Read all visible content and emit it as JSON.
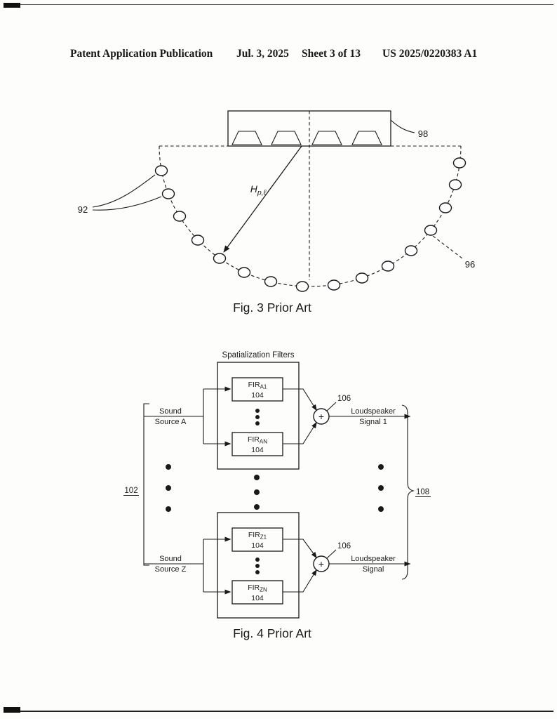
{
  "header": {
    "publication": "Patent Application Publication",
    "date": "Jul. 3, 2025",
    "sheet": "Sheet 3 of 13",
    "patent_number": "US 2025/0220383 A1"
  },
  "fig3": {
    "caption": "Fig. 3 Prior Art",
    "ref_listeners": "92",
    "ref_arc": "96",
    "ref_speaker_array": "98",
    "transfer_fn_base": "H",
    "transfer_fn_sub": "p,ℓ"
  },
  "fig4": {
    "caption": "Fig. 4 Prior Art",
    "filters_title": "Spatialization Filters",
    "ref_inputs": "102",
    "ref_outputs": "108",
    "groups": [
      {
        "source_line1": "Sound",
        "source_line2": "Source A",
        "fir_top_base": "FIR",
        "fir_top_sub": "A1",
        "fir_top_ref": "104",
        "fir_bottom_base": "FIR",
        "fir_bottom_sub": "AN",
        "fir_bottom_ref": "104",
        "sum_ref": "106",
        "plus": "+",
        "output_line1": "Loudspeaker",
        "output_line2": "Signal 1"
      },
      {
        "source_line1": "Sound",
        "source_line2": "Source Z",
        "fir_top_base": "FIR",
        "fir_top_sub": "Z1",
        "fir_top_ref": "104",
        "fir_bottom_base": "FIR",
        "fir_bottom_sub": "ZN",
        "fir_bottom_ref": "104",
        "sum_ref": "106",
        "plus": "+",
        "output_line1": "Loudspeaker",
        "output_line2": "Signal"
      }
    ]
  }
}
